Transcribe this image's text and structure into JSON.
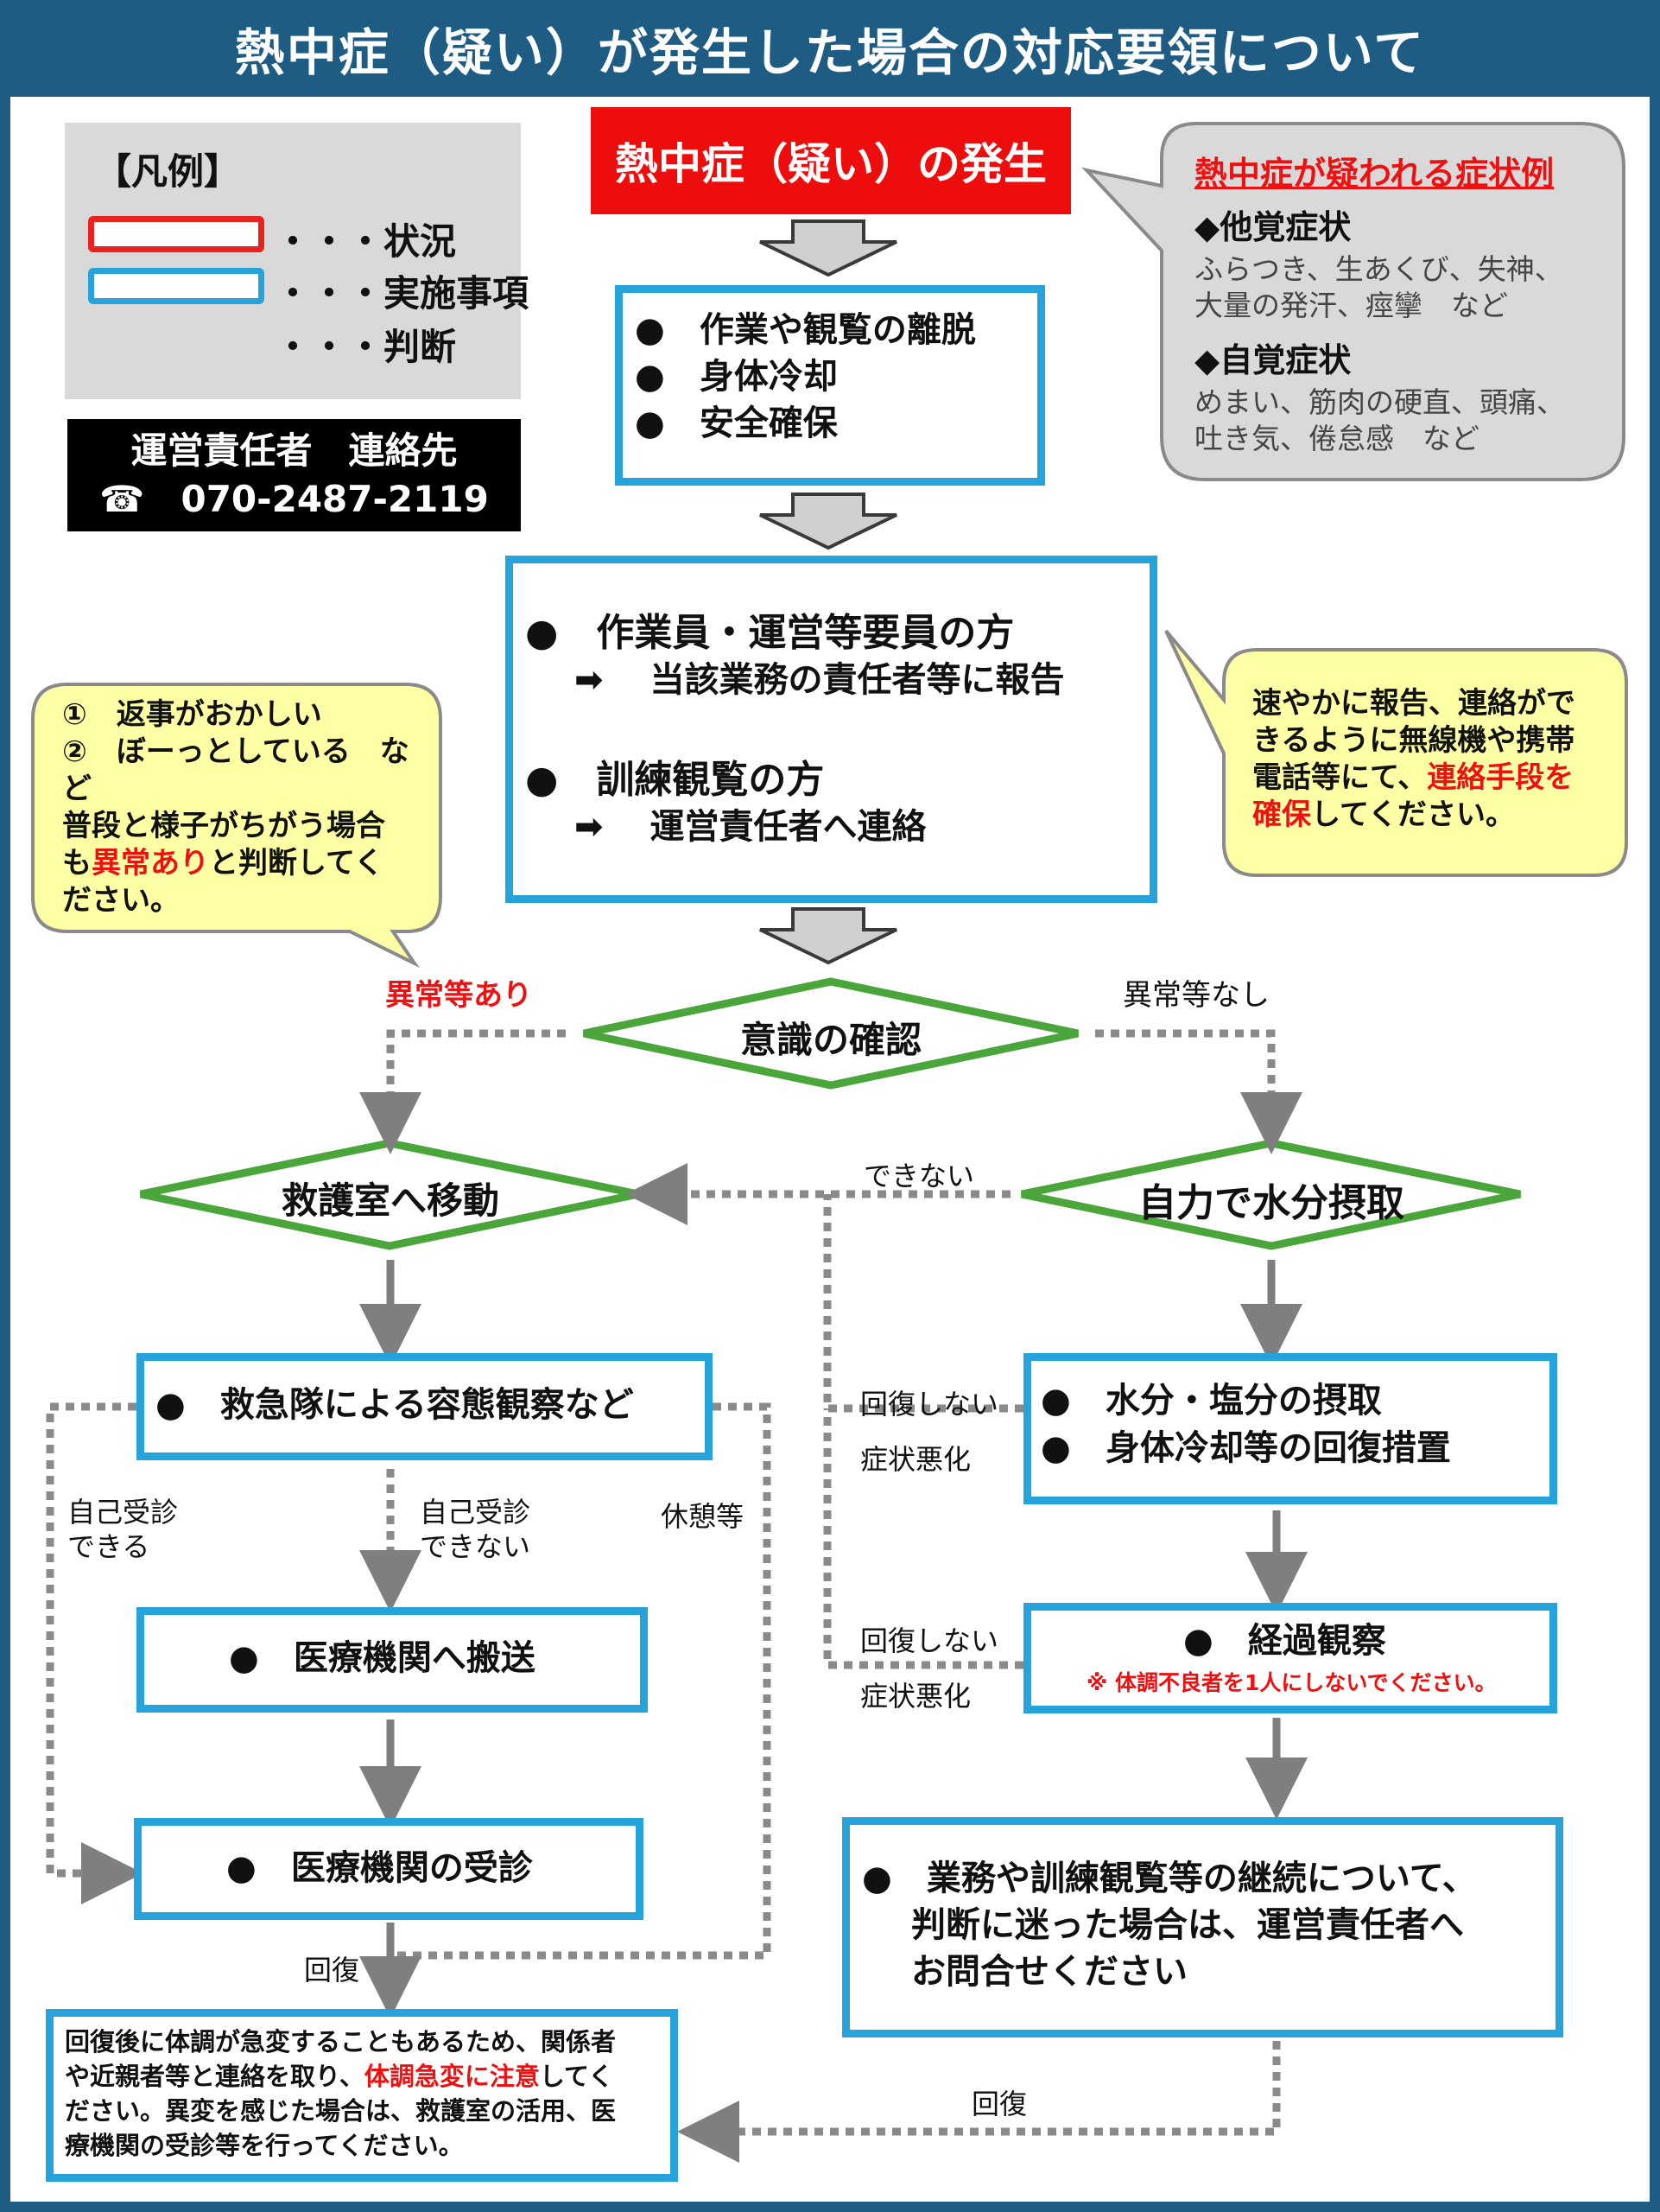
{
  "title": "熱中症（疑い）が発生した場合の対応要領について",
  "legend": {
    "heading": "【凡例】",
    "situation": "・・・状況",
    "action": "・・・実施事項",
    "judgment": "・・・判断"
  },
  "contact": {
    "label": "運営責任者　連絡先",
    "phone": "☎　070-2487-2119"
  },
  "start": "熱中症（疑い）の発生",
  "step1": [
    "●　作業や観覧の離脱",
    "●　身体冷却",
    "●　安全確保"
  ],
  "step2": {
    "staff": "●　作業員・運営等要員の方",
    "staff_action": "➡　 当該業務の責任者等に報告",
    "visitor": "●　訓練観覧の方",
    "visitor_action": "➡　 運営責任者へ連絡"
  },
  "symptoms": {
    "heading": "熱中症が疑われる症状例",
    "objective_title": "◆他覚症状",
    "objective_line1": "ふらつき、生あくび、失神、",
    "objective_line2": "大量の発汗、痙攣　など",
    "subjective_title": "◆自覚症状",
    "subjective_line1": "めまい、筋肉の硬直、頭痛、",
    "subjective_line2": "吐き気、倦怠感　など"
  },
  "report_note": {
    "line1": "速やかに報告、連絡がで",
    "line2": "きるように無線機や携帯",
    "line3_pre": "電話等にて、",
    "line3_red": "連絡手段を",
    "line4_red": "確保",
    "line4_post": "してください。"
  },
  "abnormal_note": {
    "line1": "①　返事がおかしい",
    "line2": "②　ぼーっとしている　な",
    "line3": "ど",
    "line4": "普段と様子がちがう場合",
    "line5_pre": "も",
    "line5_red": "異常あり",
    "line5_post": "と判断してく",
    "line6": "ださい。"
  },
  "decisions": {
    "consciousness": "意識の確認",
    "rescue_room": "救護室へ移動",
    "self_hydrate": "自力で水分摂取"
  },
  "labels": {
    "abnormal": "異常等あり",
    "normal": "異常等なし",
    "cannot": "できない",
    "not_recovering_1": "回復しない",
    "worse_1": "症状悪化",
    "not_recovering_2": "回復しない",
    "worse_2": "症状悪化",
    "self_visit_ok_1": "自己受診",
    "self_visit_ok_2": "できる",
    "self_visit_ng_1": "自己受診",
    "self_visit_ng_2": "できない",
    "rest": "休憩等",
    "recovery_left": "回復",
    "recovery_right": "回復"
  },
  "boxes": {
    "ambulance": "●　救急隊による容態観察など",
    "transport": "●　医療機関へ搬送",
    "consult": "●　医療機関の受診",
    "hydrate_1": "●　水分・塩分の摂取",
    "hydrate_2": "●　身体冷却等の回復措置",
    "observe": "●　経過観察",
    "observe_note": "※ 体調不良者を1人にしないでください。",
    "continue_1": "●　業務や訓練観覧等の継続について、",
    "continue_2": "判断に迷った場合は、運営責任者へ",
    "continue_3": "お問合せください"
  },
  "final_note": {
    "line1": "回復後に体調が急変することもあるため、関係者",
    "line2_pre": "や近親者等と連絡を取り、",
    "line2_red": "体調急変に注意",
    "line2_post": "してく",
    "line3": "ださい。異変を感じた場合は、救護室の活用、医",
    "line4": "療機関の受診等を行ってください。"
  },
  "colors": {
    "header": "#1f5c84",
    "situation_red": "#ee0d0d",
    "action_blue": "#27a3dc",
    "judgment_green": "#4aa63a",
    "arrow_gray": "#7f7f7f",
    "callout_gray": "#d9d9d9",
    "callout_yellow": "#ffffa6"
  }
}
